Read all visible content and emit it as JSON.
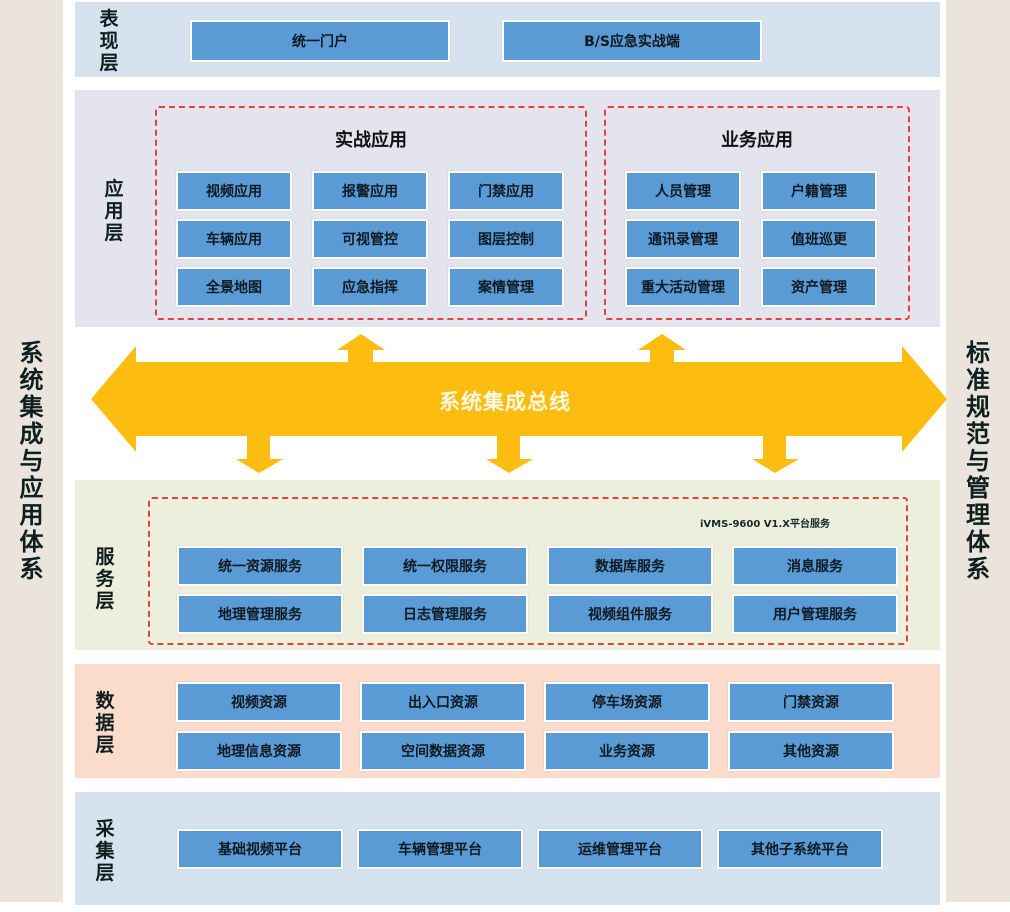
{
  "side_panels": {
    "left": "系统集成与应用体系",
    "right": "标准规范与管理体系"
  },
  "colors": {
    "box_fill": "#5b9bd5",
    "dashed_border": "#e8403a",
    "bus_arrow": "#fdbd10",
    "presentation_bg": "#d6e3ee",
    "application_bg": "#e3e4ee",
    "service_bg": "#ecefdc",
    "data_bg": "#fbdccc",
    "collection_bg": "#d6e3ee",
    "side_bg": "#ebe4dd"
  },
  "layers": {
    "presentation": {
      "title": "表现层",
      "items": [
        "统一门户",
        "B/S应急实战端"
      ]
    },
    "application": {
      "title": "应用层",
      "groups": [
        {
          "title": "实战应用",
          "items": [
            "视频应用",
            "报警应用",
            "门禁应用",
            "车辆应用",
            "可视管控",
            "图层控制",
            "全景地图",
            "应急指挥",
            "案情管理"
          ]
        },
        {
          "title": "业务应用",
          "items": [
            "人员管理",
            "户籍管理",
            "通讯录管理",
            "值班巡更",
            "重大活动管理",
            "资产管理"
          ]
        }
      ]
    },
    "bus": {
      "label": "系统集成总线"
    },
    "service": {
      "title": "服务层",
      "note": "iVMS-9600 V1.X平台服务",
      "items": [
        "统一资源服务",
        "统一权限服务",
        "数据库服务",
        "消息服务",
        "地理管理服务",
        "日志管理服务",
        "视频组件服务",
        "用户管理服务"
      ]
    },
    "data": {
      "title": "数据层",
      "items": [
        "视频资源",
        "出入口资源",
        "停车场资源",
        "门禁资源",
        "地理信息资源",
        "空间数据资源",
        "业务资源",
        "其他资源"
      ]
    },
    "collection": {
      "title": "采集层",
      "items": [
        "基础视频平台",
        "车辆管理平台",
        "运维管理平台",
        "其他子系统平台"
      ]
    }
  }
}
